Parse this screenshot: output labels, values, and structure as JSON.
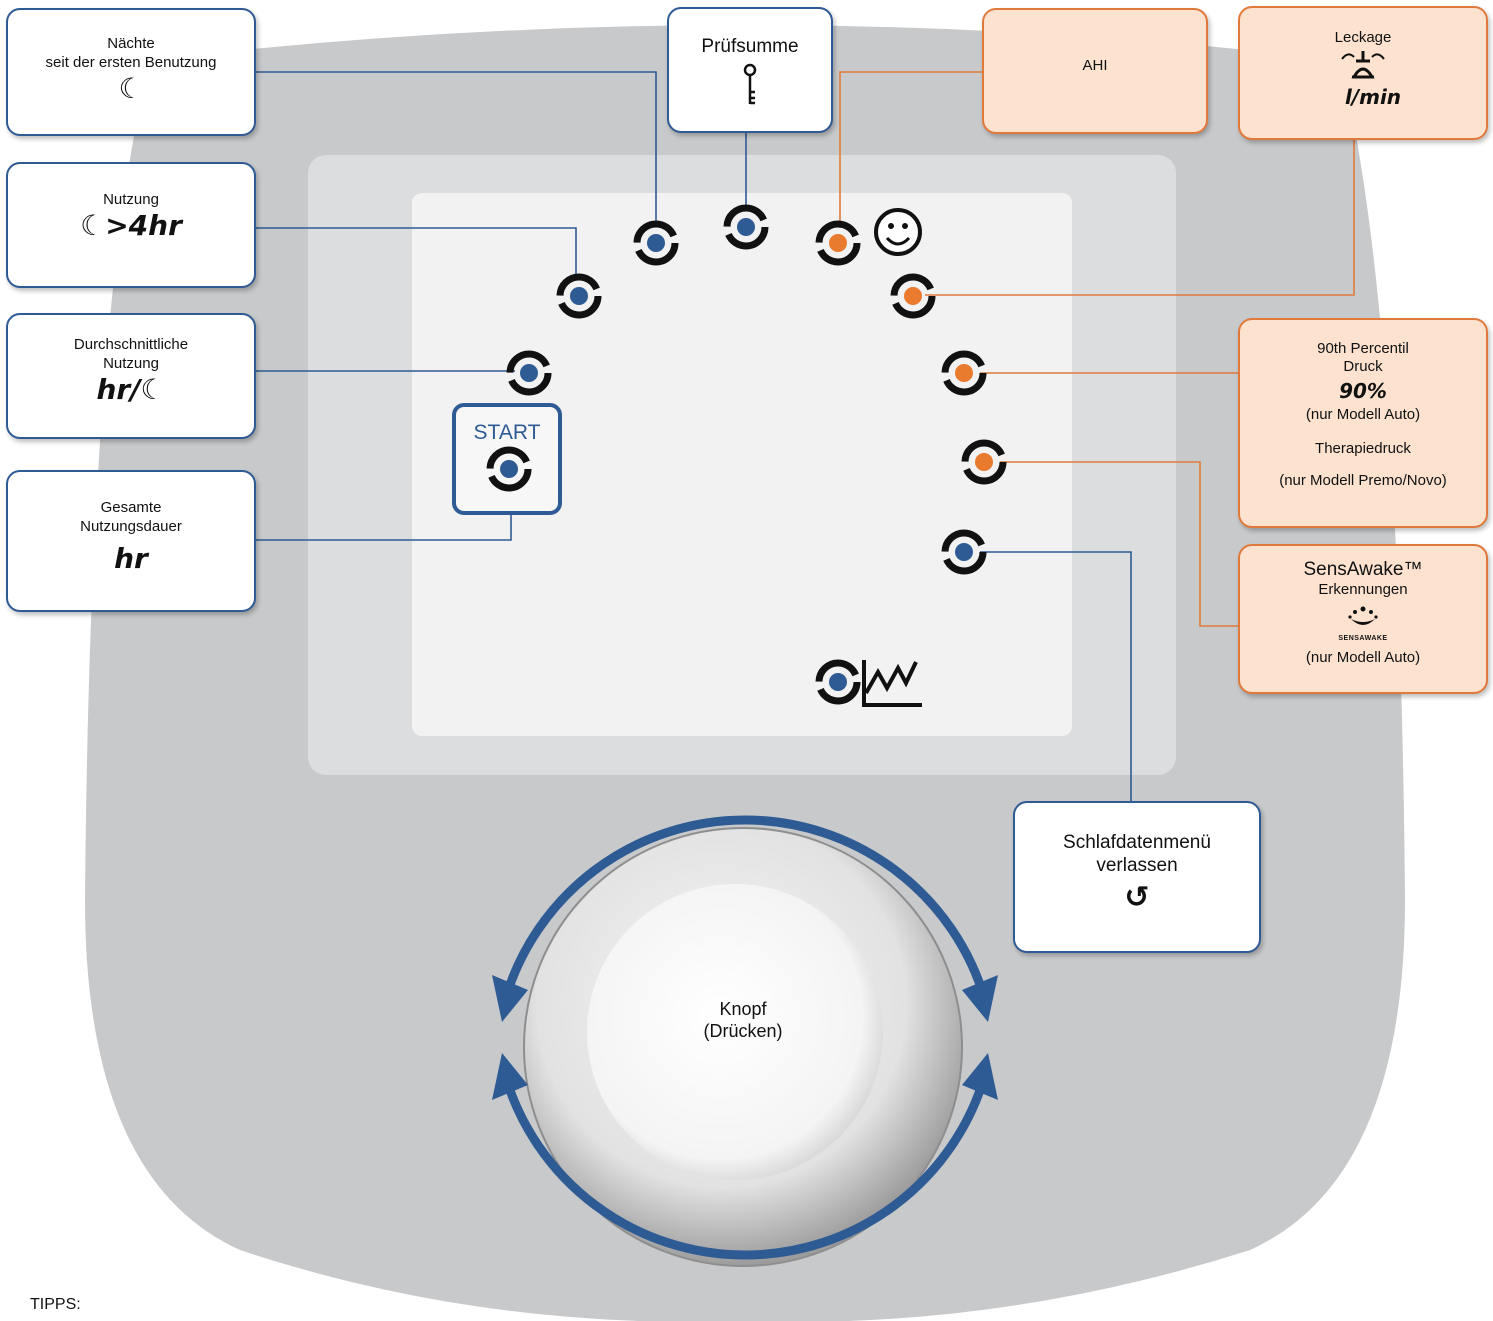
{
  "callouts": {
    "naechte": {
      "line1": "Nächte",
      "line2": "seit der ersten Benutzung",
      "icon": "moon-icon",
      "symbol": "☾"
    },
    "nutzung": {
      "label": "Nutzung",
      "icon": "moon-over-4hr-icon",
      "symbol": "☾>4hr"
    },
    "durchschnitt": {
      "line1": "Durchschnittliche",
      "line2": "Nutzung",
      "icon": "hours-per-night-icon",
      "symbol": "hr/☾"
    },
    "gesamt": {
      "line1": "Gesamte",
      "line2": "Nutzungsdauer",
      "icon": "hours-icon",
      "symbol": "hr"
    },
    "pruefsumme": {
      "label": "Prüfsumme",
      "icon": "key-icon"
    },
    "ahi": {
      "label": "AHI"
    },
    "leckage": {
      "label": "Leckage",
      "icon": "leak-icon",
      "unit": "l/min"
    },
    "druck": {
      "line1": "90th Percentil",
      "line2": "Druck",
      "symbol": "90%",
      "note1": "(nur Modell Auto)",
      "line3": "Therapiedruck",
      "note2": "(nur Modell Premo/Novo)"
    },
    "sensawake": {
      "line1": "SensAwake™",
      "line2": "Erkennungen",
      "icon": "sensawake-icon",
      "icon_text": "SENSAWAKE",
      "note": "(nur Modell Auto)"
    },
    "verlassen": {
      "line1": "Schlafdatenmenü",
      "line2": "verlassen",
      "icon": "return-icon",
      "symbol": "↺"
    }
  },
  "device": {
    "start_label": "START",
    "knob_line1": "Knopf",
    "knob_line2": "(Drücken)",
    "face_icon": "smiley-icon",
    "graph_icon": "graph-icon"
  },
  "footer": {
    "tips": "TIPPS:"
  },
  "colors": {
    "blue": "#2f5b94",
    "orange": "#e07a3c",
    "orange_fill": "#fde2d0",
    "panel": "#c8c9cb"
  }
}
